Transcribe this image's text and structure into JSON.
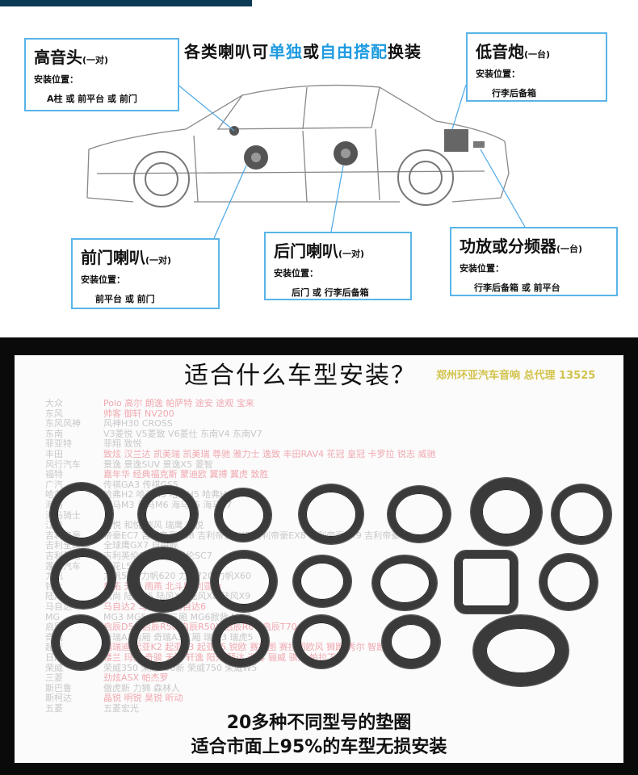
{
  "top": {
    "headline": {
      "p1": "各类喇叭可",
      "h1": "单独",
      "p2": "或",
      "h2": "自由搭配",
      "p3": "换装"
    },
    "accent_color": "#1e9be0",
    "install_label": "安装位置：",
    "callouts": [
      {
        "title": "高音头",
        "qty": "(一对)",
        "location": "A柱 或 前平台 或 前门"
      },
      {
        "title": "低音炮",
        "qty": "(一台)",
        "location": "行李后备箱"
      },
      {
        "title": "前门喇叭",
        "qty": "(一对)",
        "location": "前平台 或 前门"
      },
      {
        "title": "后门喇叭",
        "qty": "(一对)",
        "location": "后门 或 行李后备箱"
      },
      {
        "title": "功放或分频器",
        "qty": "(一台)",
        "location": "行李后备箱 或 前平台"
      }
    ]
  },
  "bottom": {
    "question": "适合什么车型安装？",
    "watermark": "郑州环亚汽车音响 总代理 13525",
    "car_list": [
      {
        "brand": "大众",
        "models": "Polo 高尔 朗逸 帕萨特 途安 途观 宝来",
        "red": true
      },
      {
        "brand": "东风",
        "models": "帅客 御轩 NV200",
        "red": true
      },
      {
        "brand": "东风风神",
        "models": "风神H30 CROSS",
        "red": false
      },
      {
        "brand": "东南",
        "models": "V3菱悦 V5菱致 V6菱仕 东南V4 东南V7",
        "red": false
      },
      {
        "brand": "菲亚特",
        "models": "菲翔 致悦",
        "red": false
      },
      {
        "brand": "丰田",
        "models": "致炫 汉兰达 凯美瑞 凯美瑞 尊驰 雅力士 逸致 丰田RAV4 花冠 皇冠 卡罗拉 锐志 威驰",
        "red": true
      },
      {
        "brand": "风行汽车",
        "models": "景逸 景逸SUV 景逸X5 菱智",
        "red": false
      },
      {
        "brand": "福特",
        "models": "嘉年华 经典福克斯 蒙迪欧 翼搏 翼虎 致胜",
        "red": true
      },
      {
        "brand": "广汽",
        "models": "传祺GA3 传祺GS5",
        "red": false
      },
      {
        "brand": "哈弗",
        "models": "哈弗H2 哈弗H3 哈弗H5 哈弗H6",
        "red": false
      },
      {
        "brand": "海马",
        "models": "海马M3 海马M6 海马S5 海马S7",
        "red": false
      },
      {
        "brand": "海马骑士",
        "models": "",
        "red": false
      },
      {
        "brand": "江淮",
        "models": "宾悦 和悦 瑞风 瑞鹰 同悦",
        "red": false
      },
      {
        "brand": "吉利帝豪",
        "models": "帝豪EC7 吉利帝豪EC8 吉利帝豪EX7 吉利帝豪EX8 吉利帝豪EX9 吉利帝豪GT",
        "red": false
      },
      {
        "brand": "吉利全球鹰",
        "models": "全球鹰GX7 自由舰",
        "red": false
      },
      {
        "brand": "吉利英伦",
        "models": "吉利英伦SC5 吉利英伦SC7",
        "red": false
      },
      {
        "brand": "莲花汽车",
        "models": "莲花L5",
        "red": false
      },
      {
        "brand": "力帆",
        "models": "力帆520 力帆620 力帆720 力帆X60",
        "red": false
      },
      {
        "brand": "铃木",
        "models": "奥拓 天语 雨燕 北斗星 利亚纳",
        "red": true
      },
      {
        "brand": "陆风",
        "models": "风尚 陆风X5 陆风X6 陆风X8 陆风X9",
        "red": false
      },
      {
        "brand": "马自达",
        "models": "马自达2 马自达3 马自达6",
        "red": true
      },
      {
        "brand": "MG",
        "models": "MG3 MG5 MG6三厢 MG6掀背 MG7",
        "red": false
      },
      {
        "brand": "启辰",
        "models": "启辰D50 启辰R50 启辰R50X 启辰R60 启辰T70",
        "red": true
      },
      {
        "brand": "奇瑞",
        "models": "奇瑞A3两厢 奇瑞A3三厢 瑞虎3 瑞虎5",
        "red": false
      },
      {
        "brand": "起亚",
        "models": "福瑞迪 起亚K2 起亚K3 起亚K5 锐欧 赛拉图 赛拉图欧风 狮跑 秀尔 智跑",
        "red": true
      },
      {
        "brand": "日产",
        "models": "楼兰 玛驰 奇骏 天籁 轩逸 阳光 颐达 逍客 骊威 骐达 帕拉丁",
        "red": true
      },
      {
        "brand": "荣威",
        "models": "荣威350 荣威550新 荣威750 荣威W5",
        "red": false
      },
      {
        "brand": "三菱",
        "models": "劲炫ASX 帕杰罗",
        "red": true
      },
      {
        "brand": "斯巴鲁",
        "models": "傲虎新 力狮 森林人",
        "red": false
      },
      {
        "brand": "斯柯达",
        "models": "晶锐 明锐 昊锐 昕动",
        "red": true
      },
      {
        "brand": "五菱",
        "models": "五菱宏光",
        "red": false
      }
    ],
    "caption_line1": "20多种不同型号的垫圈",
    "caption_line2": "适合市面上95%的车型无损安装"
  }
}
